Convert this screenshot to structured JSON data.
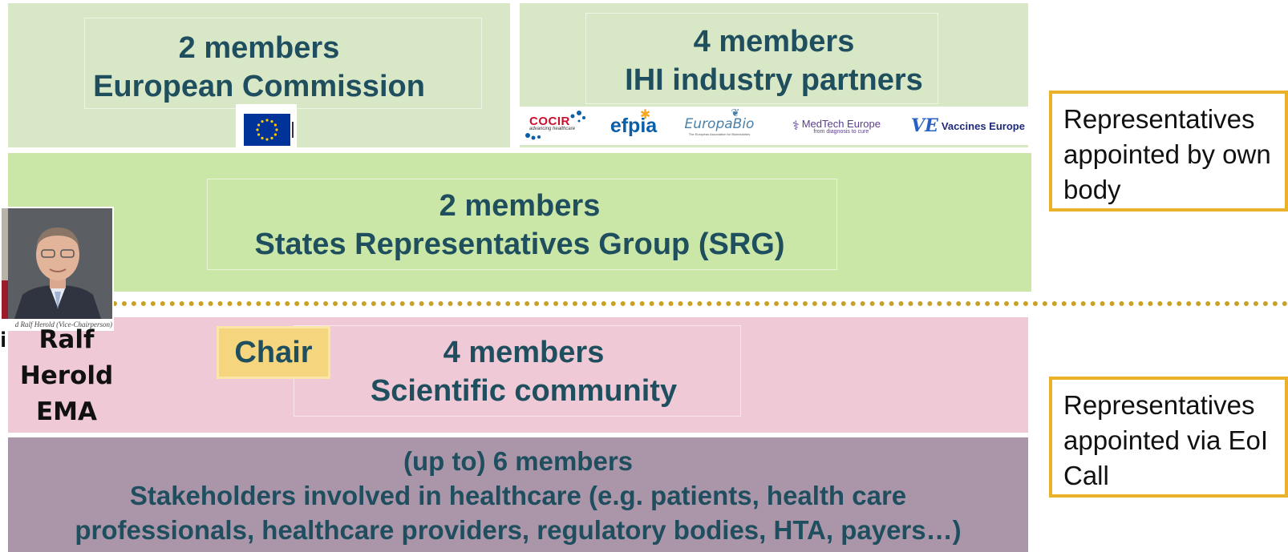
{
  "european_commission": {
    "count": "2 members",
    "name": "European Commission"
  },
  "ihi_partners": {
    "count": "4 members",
    "name": "IHI industry partners",
    "logos": [
      {
        "text": "COCIR",
        "sub": "advancing healthcare",
        "color": "#c8102e"
      },
      {
        "text": "efpia",
        "color": "#0a5fa8",
        "accent": "#f7a823"
      },
      {
        "text": "EuropaBio",
        "sub": "The European Association for Bioindustries",
        "color": "#4a7fa8"
      },
      {
        "text": "MedTech Europe",
        "sub": "from diagnosis to cure",
        "color": "#5a3d8a"
      },
      {
        "text": "Vaccines Europe",
        "mark": "VE",
        "color": "#1e2a78"
      }
    ]
  },
  "srg": {
    "count": "2 members",
    "name": "States Representatives Group (SRG)"
  },
  "scientific": {
    "chair_label": "Chair",
    "count": "4 members",
    "name": "Scientific community"
  },
  "stakeholders": {
    "count": "(up to) 6 members",
    "line1": "Stakeholders involved in healthcare (e.g. patients, health care",
    "line2": "professionals, healthcare providers, regulatory bodies, HTA, payers…)"
  },
  "person": {
    "caption": "d Ralf Herold (Vice-Chairperson)",
    "name_line1": "Ralf",
    "name_line2": "Herold",
    "name_line3": "EMA",
    "left_glyph": "i"
  },
  "legend": {
    "own_body": "Representatives appointed by own body",
    "eoi_call": "Representatives appointed via EoI Call"
  },
  "colors": {
    "text": "#1f4e5f",
    "light_green": "#d8e8c6",
    "green": "#cbe7a7",
    "pink": "#f0c9d6",
    "mauve": "#ab95a9",
    "gold_border": "#eab12a",
    "chair_fill": "#f5d67e",
    "eu_blue": "#003399",
    "eu_star": "#ffcc00"
  }
}
